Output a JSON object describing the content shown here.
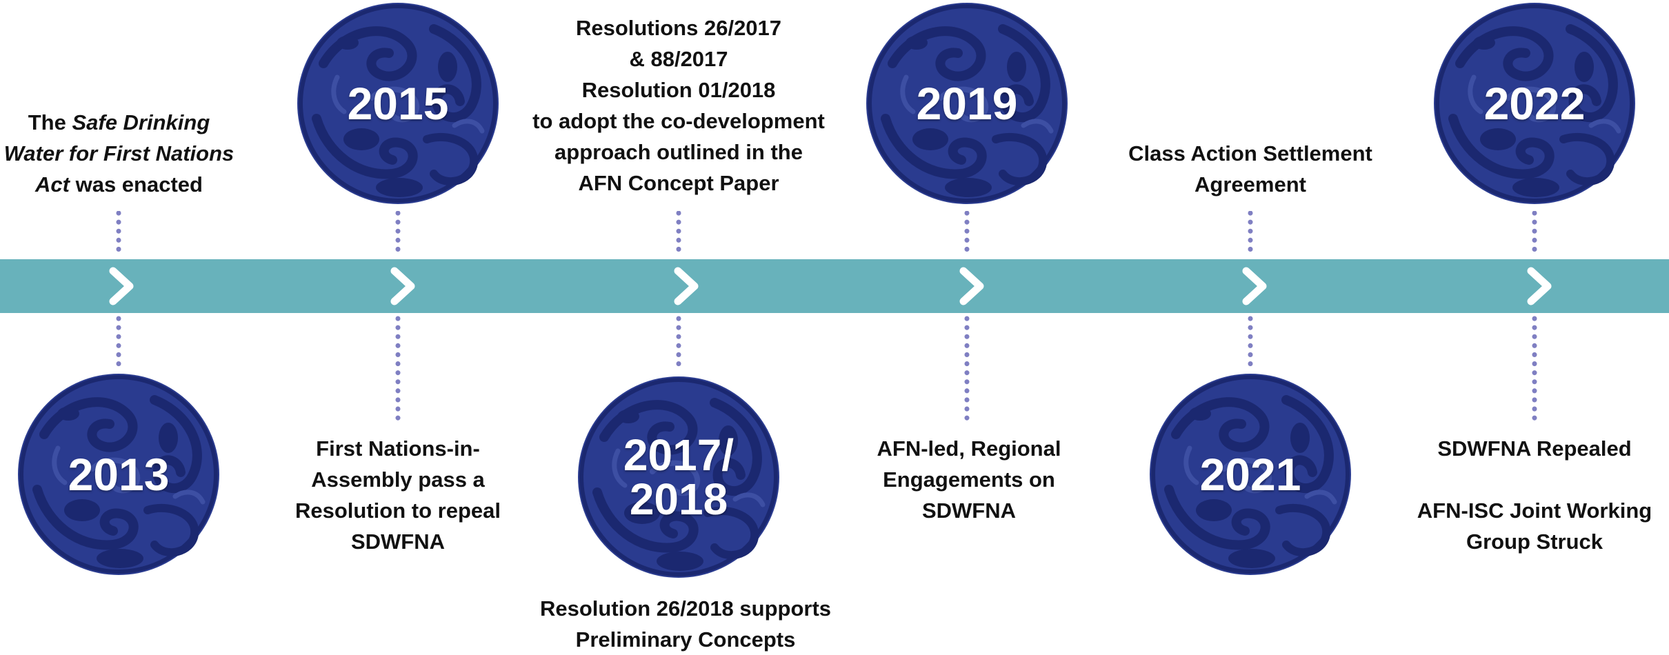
{
  "colors": {
    "band": "#68b2bb",
    "circle": "#2a3b8f",
    "pattern": "#1b2870",
    "dots": "#7f7fc2"
  },
  "icons": {
    "chevron": "chevron-right-icon",
    "circle": "swirl-pattern-circle"
  },
  "years": {
    "y2013": "2013",
    "y2015": "2015",
    "y2017_line1": "2017/",
    "y2017_line2": "2018",
    "y2019": "2019",
    "y2021": "2021",
    "y2022": "2022"
  },
  "events": {
    "e2013": {
      "pre": "The",
      "italic1": "Safe Drinking",
      "italic2": "Water for First Nations",
      "italic3": "Act",
      "post": "was enacted"
    },
    "e2015": [
      "First Nations-in-",
      "Assembly pass a",
      "Resolution to repeal",
      "SDWFNA"
    ],
    "e2017_top": [
      "Resolutions 26/2017",
      "&  88/2017",
      "Resolution 01/2018",
      "to adopt the co-development",
      "approach outlined in the",
      "AFN Concept Paper"
    ],
    "e2018_bottom": [
      "Resolution 26/2018 supports",
      "Preliminary Concepts"
    ],
    "e2019": [
      "AFN-led, Regional",
      "Engagements on",
      "SDWFNA"
    ],
    "e2021": [
      "Class Action Settlement",
      "Agreement"
    ],
    "e2022_a": "SDWFNA Repealed",
    "e2022_b": [
      "AFN-ISC Joint Working",
      "Group Struck"
    ]
  }
}
